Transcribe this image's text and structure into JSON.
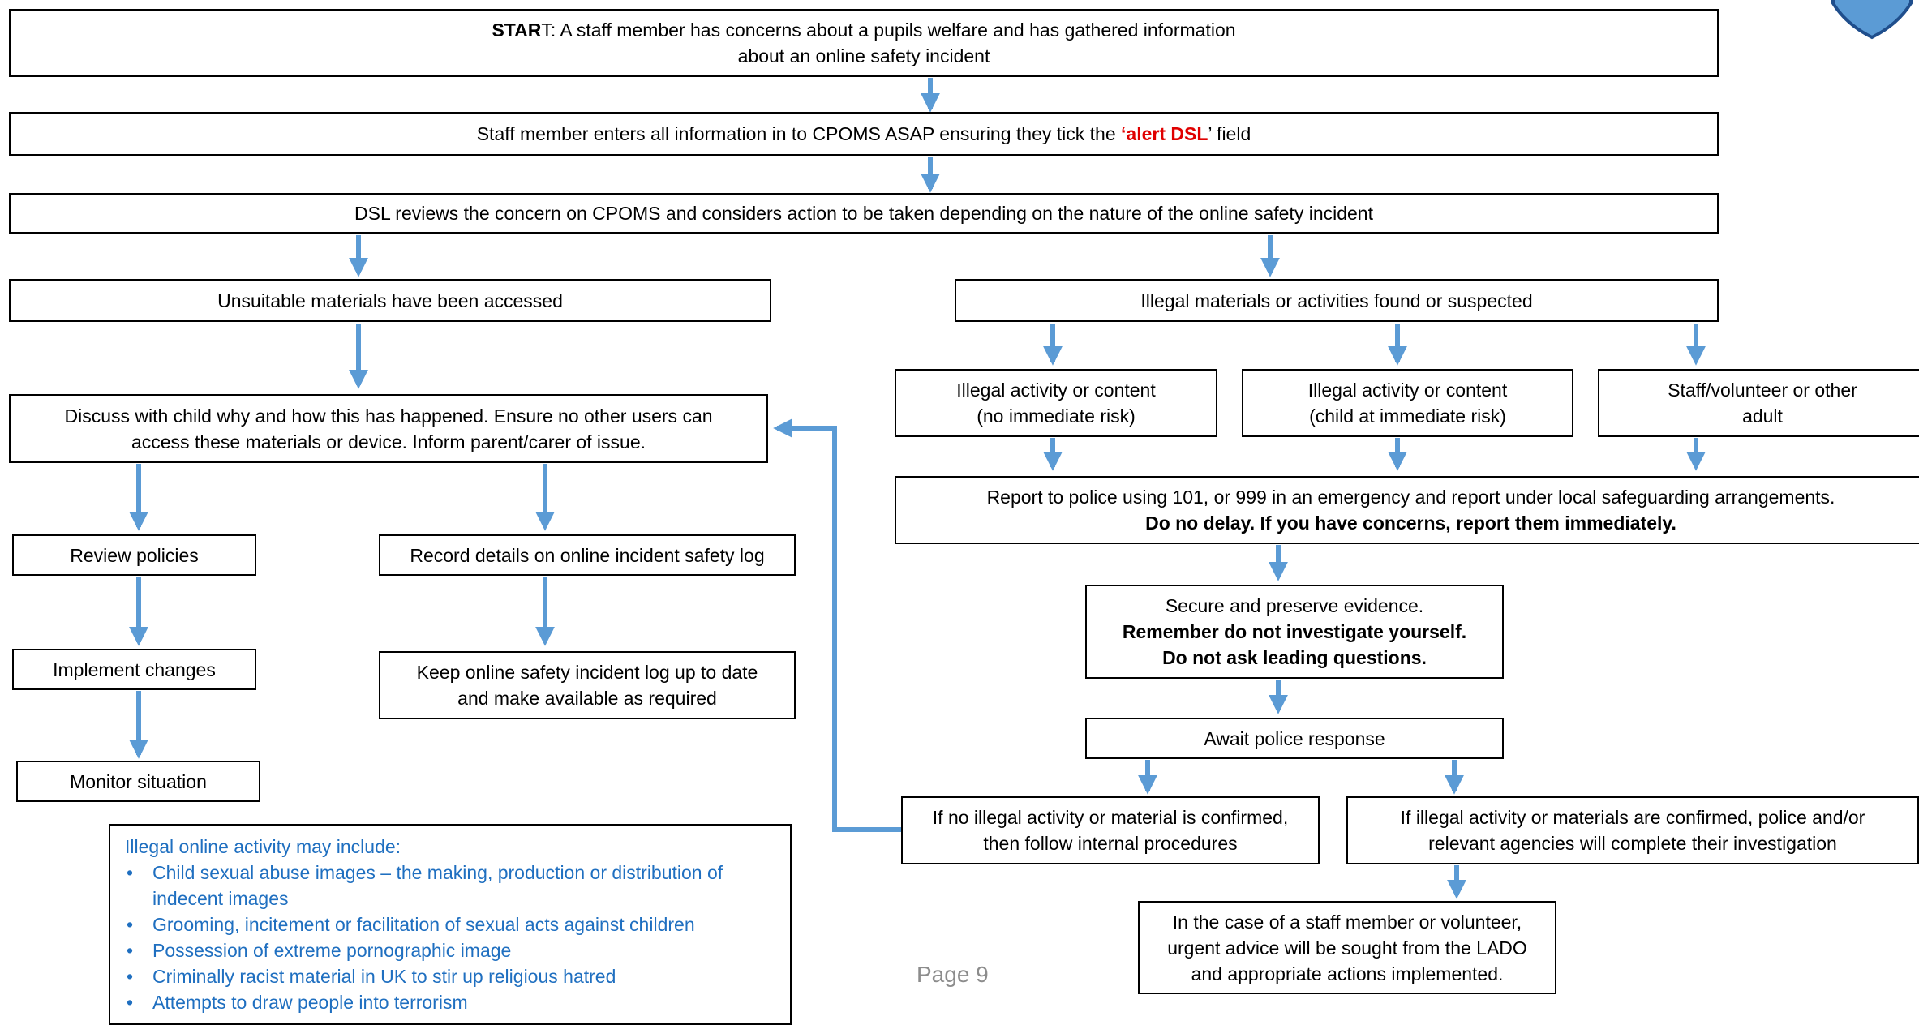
{
  "start": {
    "lead": "STAR",
    "lead_rest": "T: A staff member has concerns about a pupils welfare and has gathered information",
    "line2": "about an online safety incident"
  },
  "enter": {
    "before": "Staff member enters all information in to CPOMS ASAP ensuring they tick the ",
    "q1": "‘",
    "highlight": "alert DSL",
    "q2": "’",
    "after": " field"
  },
  "review": {
    "text": "DSL reviews the concern on CPOMS and considers action to be taken depending on the nature of the online safety incident"
  },
  "unsuitable": {
    "text": "Unsuitable materials have been accessed"
  },
  "illegal": {
    "text": "Illegal materials or activities found or suspected"
  },
  "discuss": {
    "line1": "Discuss with child why and how this has happened.  Ensure no other users can",
    "line2": "access these materials or device.  Inform parent/carer of issue."
  },
  "no_risk": {
    "line1": "Illegal activity or content",
    "line2": "(no immediate risk)"
  },
  "immediate_risk": {
    "line1": "Illegal activity or content",
    "line2": "(child at immediate risk)"
  },
  "staff_adult": {
    "line1": "Staff/volunteer or other",
    "line2": "adult"
  },
  "report": {
    "line1": "Report to police using 101, or 999 in an emergency and report under local safeguarding arrangements.",
    "line2": "Do no delay.  If you have concerns, report them immediately."
  },
  "review_policies": {
    "text": "Review policies"
  },
  "record": {
    "text": "Record details on online incident safety log"
  },
  "secure": {
    "line1": "Secure and preserve evidence.",
    "line2": "Remember do not investigate yourself.",
    "line3": "Do not ask leading questions."
  },
  "implement": {
    "text": "Implement changes"
  },
  "keep_log": {
    "line1": "Keep online safety incident log up to date",
    "line2": "and make available as required"
  },
  "await": {
    "text": "Await police response"
  },
  "monitor": {
    "text": "Monitor situation"
  },
  "not_confirmed": {
    "line1": "If no illegal activity or material is confirmed,",
    "line2": "then follow internal procedures"
  },
  "confirmed": {
    "line1": "If illegal activity or materials are confirmed, police and/or",
    "line2": "relevant agencies will complete their investigation"
  },
  "lado": {
    "line1": "In the case of a staff member or volunteer,",
    "line2": "urgent advice will be sought from the LADO",
    "line3": "and appropriate actions implemented."
  },
  "note": {
    "heading": "Illegal online activity may include:",
    "items": [
      "Child sexual abuse images – the making, production or distribution of indecent images",
      "Grooming, incitement or facilitation of sexual acts against children",
      "Possession of extreme pornographic image",
      "Criminally racist material in UK to stir up religious hatred",
      "Attempts to draw people into terrorism"
    ]
  },
  "page_label": "Page 9",
  "colors": {
    "arrow": "#5b9bd5",
    "note_text": "#1f6fc0",
    "highlight": "#e00000",
    "shield": "#5b9bd5"
  }
}
